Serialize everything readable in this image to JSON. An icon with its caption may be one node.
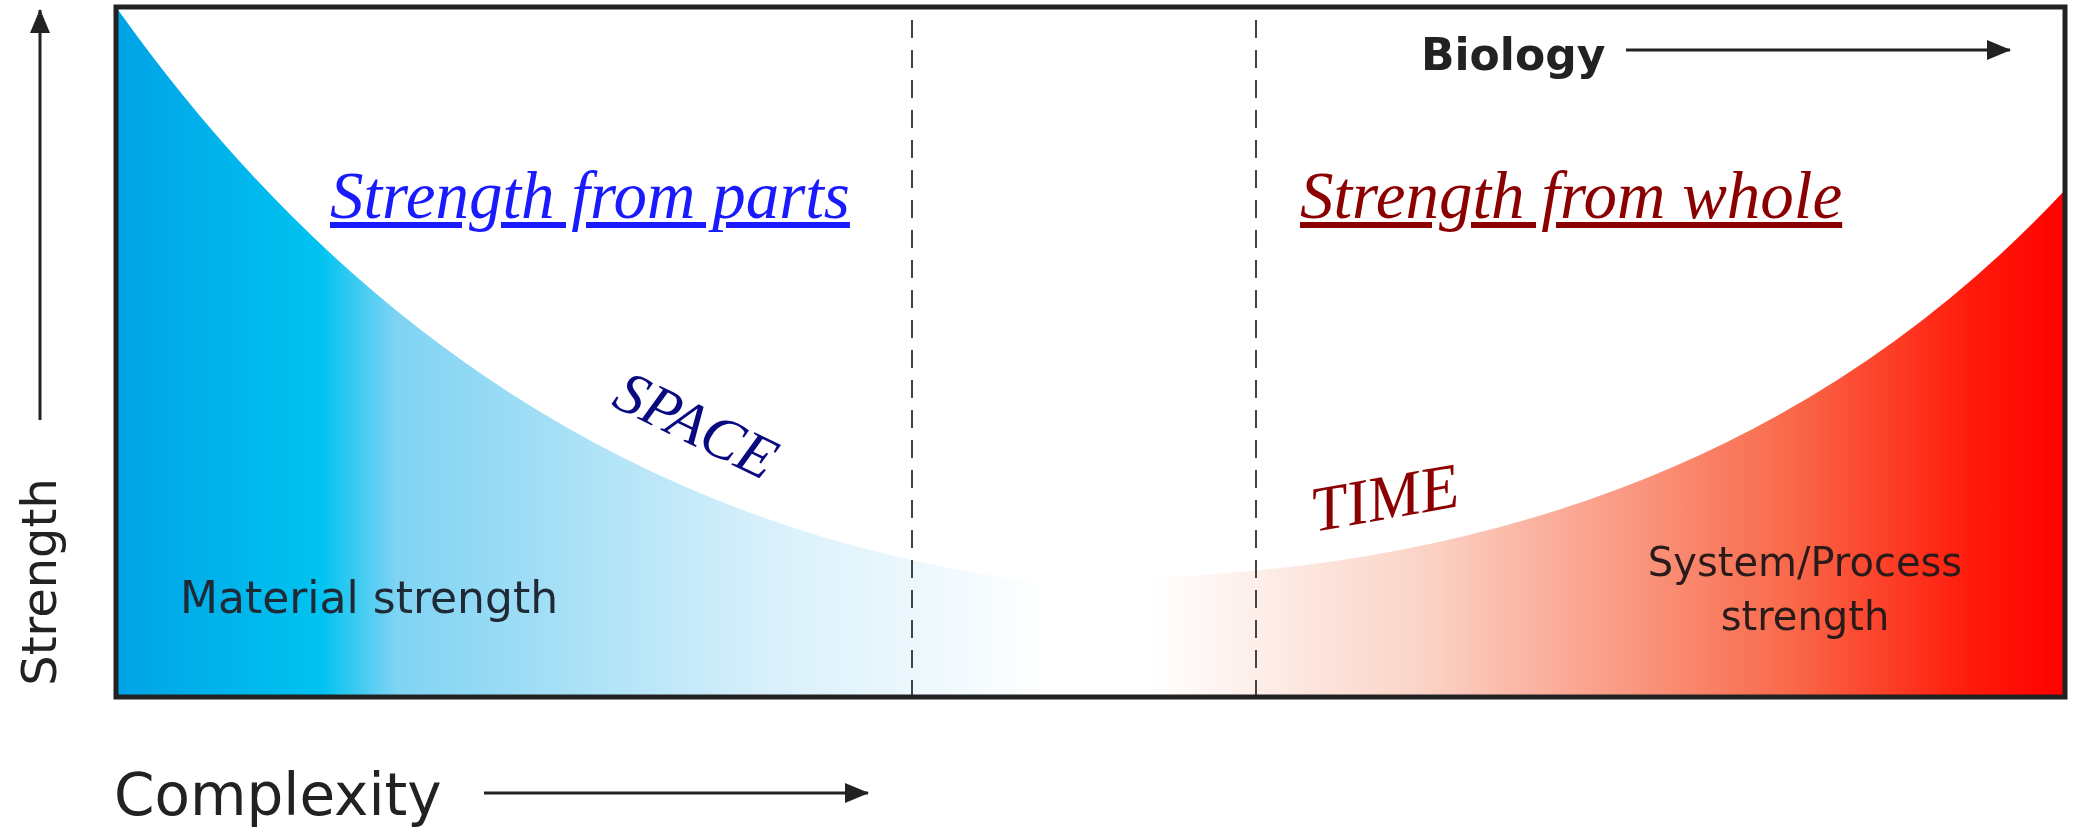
{
  "diagram": {
    "labels": [
      "Biology",
      "Strength from parts",
      "Strength from whole",
      "SPACE",
      "TIME",
      "Material strength",
      "System/Process strength",
      "Strength",
      "Complexity"
    ]
  }
}
